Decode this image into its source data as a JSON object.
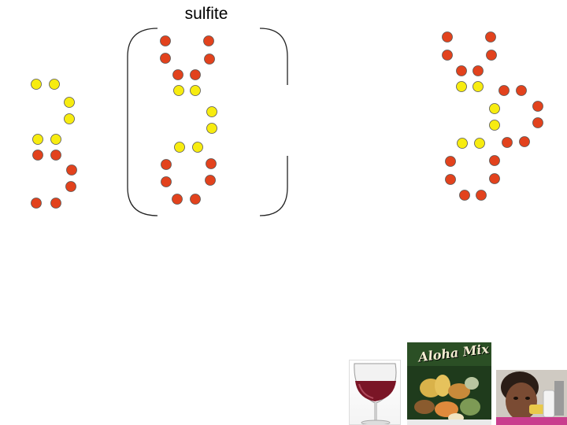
{
  "title": "sulfite",
  "colors": {
    "red": "#e2421d",
    "yellow": "#f7ec10",
    "dot_outline": "#555555",
    "bracket": "#222222"
  },
  "photos": [
    {
      "name": "wine-glass-photo",
      "caption": ""
    },
    {
      "name": "aloha-mix-package-photo",
      "caption": "Aloha Mix"
    },
    {
      "name": "child-inhaler-photo",
      "caption": ""
    }
  ]
}
